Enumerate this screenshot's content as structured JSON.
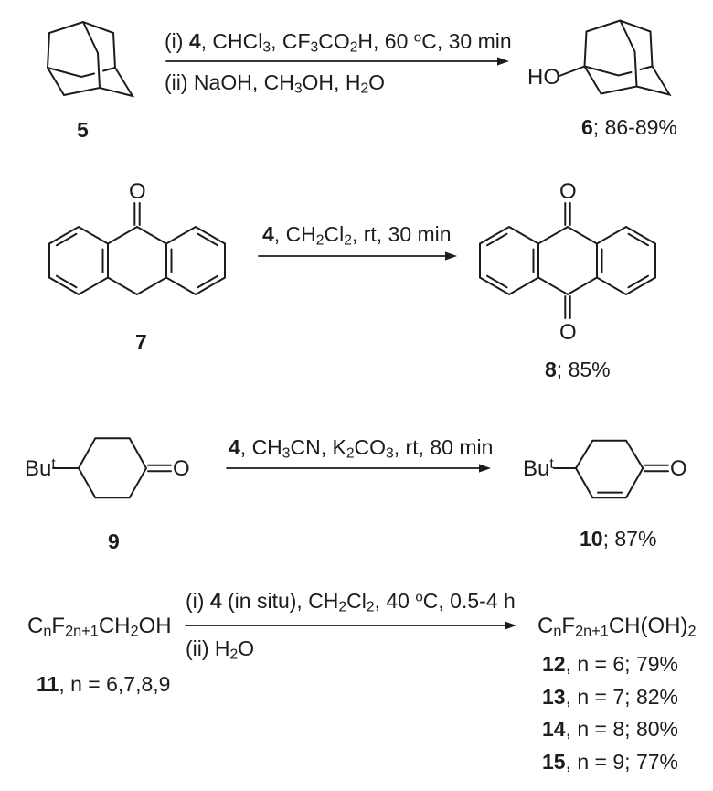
{
  "page": {
    "background": "#ffffff",
    "ink": "#1c1c1c"
  },
  "atoms": {
    "oxygen": "O",
    "hydroxyl": "HO",
    "tert_butyl": "Bu^t^"
  },
  "reactions": {
    "r1": {
      "reactant_label": "*5*",
      "conditions_above": "(i) *4*, CHCl~3~, CF~3~CO~2~H, 60 ^o^C, 30 min",
      "conditions_below": "(ii) NaOH, CH~3~OH, H~2~O",
      "product_label": "*6*; 86-89%"
    },
    "r2": {
      "reactant_label": "*7*",
      "conditions_above": "*4*, CH~2~Cl~2~, rt, 30 min",
      "product_label": "*8*; 85%"
    },
    "r3": {
      "reactant_label": "*9*",
      "conditions_above": "*4*, CH~3~CN, K~2~CO~3~, rt, 80 min",
      "product_label": "*10*; 87%"
    },
    "r4": {
      "reactant_formula": "C~n~F~2n+1~CH~2~OH",
      "reactant_label": "*11*, n = 6,7,8,9",
      "conditions_above": "(i) *4* (in situ), CH~2~Cl~2~, 40 ^o^C, 0.5-4 h",
      "conditions_below": "(ii) H~2~O",
      "product_formula": "C~n~F~2n+1~CH(OH)~2~",
      "products": [
        "*12*, n = 6; 79%",
        "*13*, n = 7; 82%",
        "*14*, n = 8; 80%",
        "*15*, n = 9; 77%"
      ]
    }
  }
}
